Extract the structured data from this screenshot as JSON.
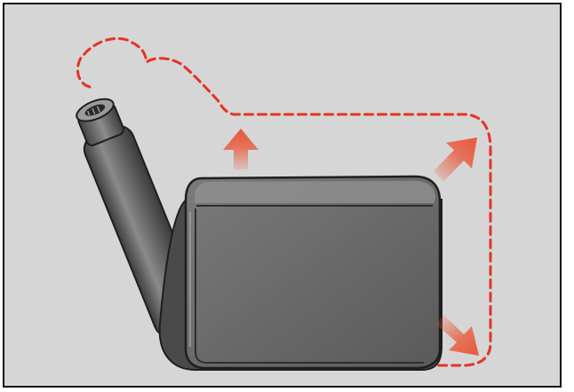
{
  "illustration": {
    "subject": "container",
    "colors": {
      "background": "#d6d6d6",
      "frame": "#111111",
      "container_body": "#6c6c6c",
      "container_dark": "#3b3b3b",
      "container_light": "#9a9a9a",
      "outline_dash": "#e53323",
      "arrow": "#e8583a"
    },
    "arrows": [
      {
        "name": "expand-arrow-up",
        "direction": "up"
      },
      {
        "name": "expand-arrow-up-right",
        "direction": "up-right"
      },
      {
        "name": "expand-arrow-down-right",
        "direction": "down-right"
      }
    ],
    "icons": [
      "container-icon",
      "dashed-expansion-outline",
      "arrow-icon"
    ]
  }
}
